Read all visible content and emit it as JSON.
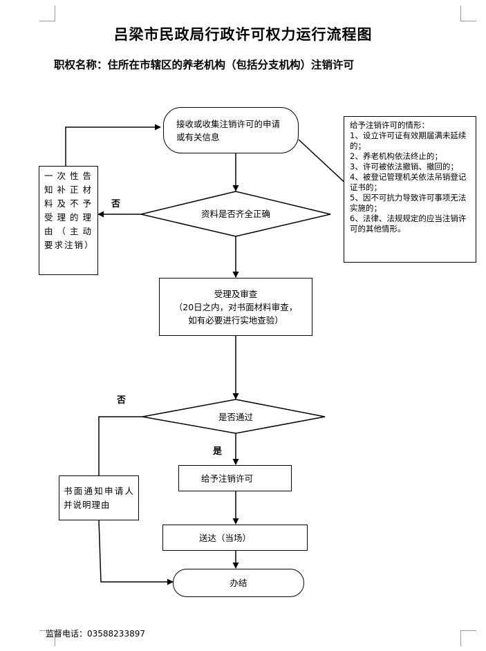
{
  "title": "吕梁市民政局行政许可权力运行流程图",
  "subtitle": "职权名称：住所在市辖区的养老机构（包括分支机构）注销许可",
  "nodes": {
    "start": "接收或收集注销许可的申请或有关信息",
    "check_materials": "资料是否齐全正确",
    "notify_correction": "一次性告知补正材料及不予受理的理由（主动要求注销）",
    "accept_review": [
      "受理及审查",
      "（20日之内，对书面材料审查，",
      "如有必要进行实地查验）"
    ],
    "pass_check": "是否通过",
    "written_notice": "书面通知申请人并说明理由",
    "grant": "给予注销许可",
    "deliver": "送达（当场）",
    "finish": "办结"
  },
  "conditions": {
    "no_1": "否",
    "no_2": "否",
    "yes": "是"
  },
  "note": {
    "heading": "给予注销许可的情形：",
    "items": [
      "1、设立许可证有效期届满未延续的；",
      "2、养老机构依法终止的；",
      "3、许可被依法撤销、撤回的；",
      "4、被登记管理机关依法吊销登记证书的；",
      "5、因不可抗力导致许可事项无法实施的；",
      "6、法律、法规规定的应当注销许可的其他情形。"
    ]
  },
  "footer": "监督电话：03588233897"
}
